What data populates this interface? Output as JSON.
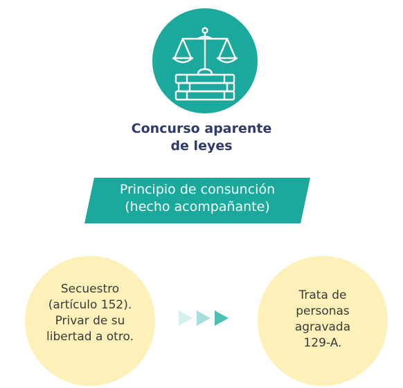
{
  "emblem": {
    "icon": "scales-of-justice-on-books-icon",
    "color": "#1aa99c"
  },
  "title": {
    "line1": "Concurso aparente",
    "line2": "de leyes",
    "color": "#2e3a6e"
  },
  "principle": {
    "line1": "Principio de consunción",
    "line2": "(hecho acompañante)",
    "color": "#1aa99c"
  },
  "left_case": {
    "lines": [
      "Secuestro",
      "(artículo 152).",
      "Privar de su",
      "libertad a otro."
    ],
    "color": "#fdf0b9"
  },
  "connector": {
    "icon": "triple-arrow-right-icon",
    "colors": [
      "#d6f0ee",
      "#a6dfda",
      "#4fbfb4"
    ]
  },
  "right_case": {
    "lines": [
      "Trata de",
      "personas",
      "agravada",
      "129-A."
    ],
    "color": "#fdf0b9"
  }
}
